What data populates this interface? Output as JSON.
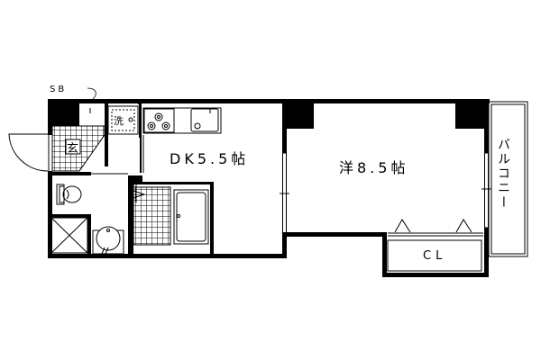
{
  "labels": {
    "shoe_box": "SB",
    "washer": "洗",
    "entrance": "玄",
    "dining_kitchen": "DK5.5帖",
    "western_room": "洋8.5帖",
    "closet": "CL",
    "balcony": "バルコニー"
  },
  "colors": {
    "wall": "#000000",
    "background": "#ffffff"
  }
}
